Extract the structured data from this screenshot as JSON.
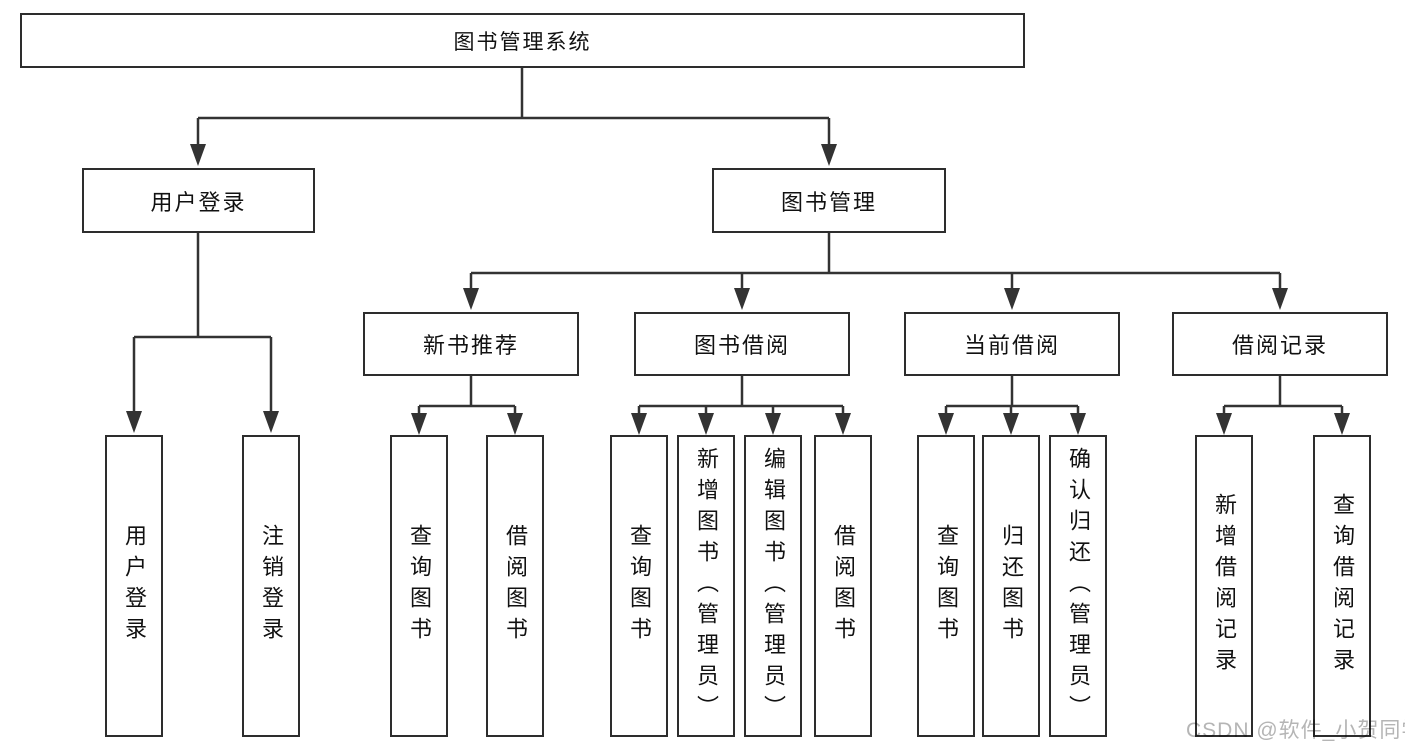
{
  "diagram_title": "图书管理系统",
  "watermark": "CSDN @软件_小贺同学",
  "colors": {
    "line": "#333333",
    "box_border": "#2d2d2d",
    "text": "#111111",
    "watermark": "#b5b5b5",
    "background": "#ffffff"
  },
  "nodes": {
    "root": "图书管理系统",
    "user_login": "用户登录",
    "book_management": "图书管理",
    "new_book_recommend": "新书推荐",
    "book_borrowing": "图书借阅",
    "current_borrowing": "当前借阅",
    "borrowing_records": "借阅记录",
    "leaf_user_login": "用户登录",
    "leaf_logout": "注销登录",
    "leaf_nb_query_books": "查询图书",
    "leaf_nb_borrow_books": "借阅图书",
    "leaf_bb_query_books": "查询图书",
    "leaf_bb_add_books": "新增图书（管理员）",
    "leaf_bb_edit_books": "编辑图书（管理员）",
    "leaf_bb_borrow_books": "借阅图书",
    "leaf_cb_query_books": "查询图书",
    "leaf_cb_return_books": "归还图书",
    "leaf_cb_confirm_return": "确认归还（管理员）",
    "leaf_br_add_record": "新增借阅记录",
    "leaf_br_query_record": "查询借阅记录"
  },
  "tree": {
    "图书管理系统": {
      "用户登录": [
        "用户登录",
        "注销登录"
      ],
      "图书管理": {
        "新书推荐": [
          "查询图书",
          "借阅图书"
        ],
        "图书借阅": [
          "查询图书",
          "新增图书（管理员）",
          "编辑图书（管理员）",
          "借阅图书"
        ],
        "当前借阅": [
          "查询图书",
          "归还图书",
          "确认归还（管理员）"
        ],
        "借阅记录": [
          "新增借阅记录",
          "查询借阅记录"
        ]
      }
    }
  }
}
